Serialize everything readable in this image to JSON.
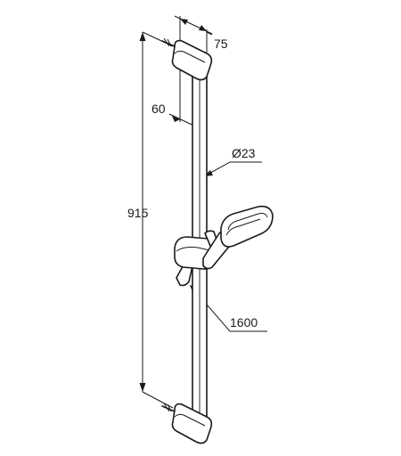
{
  "dimensions": {
    "total_height": "915",
    "wall_offset": "75",
    "rail_offset": "60",
    "rail_diameter": "Ø23",
    "hose_length": "1600"
  }
}
